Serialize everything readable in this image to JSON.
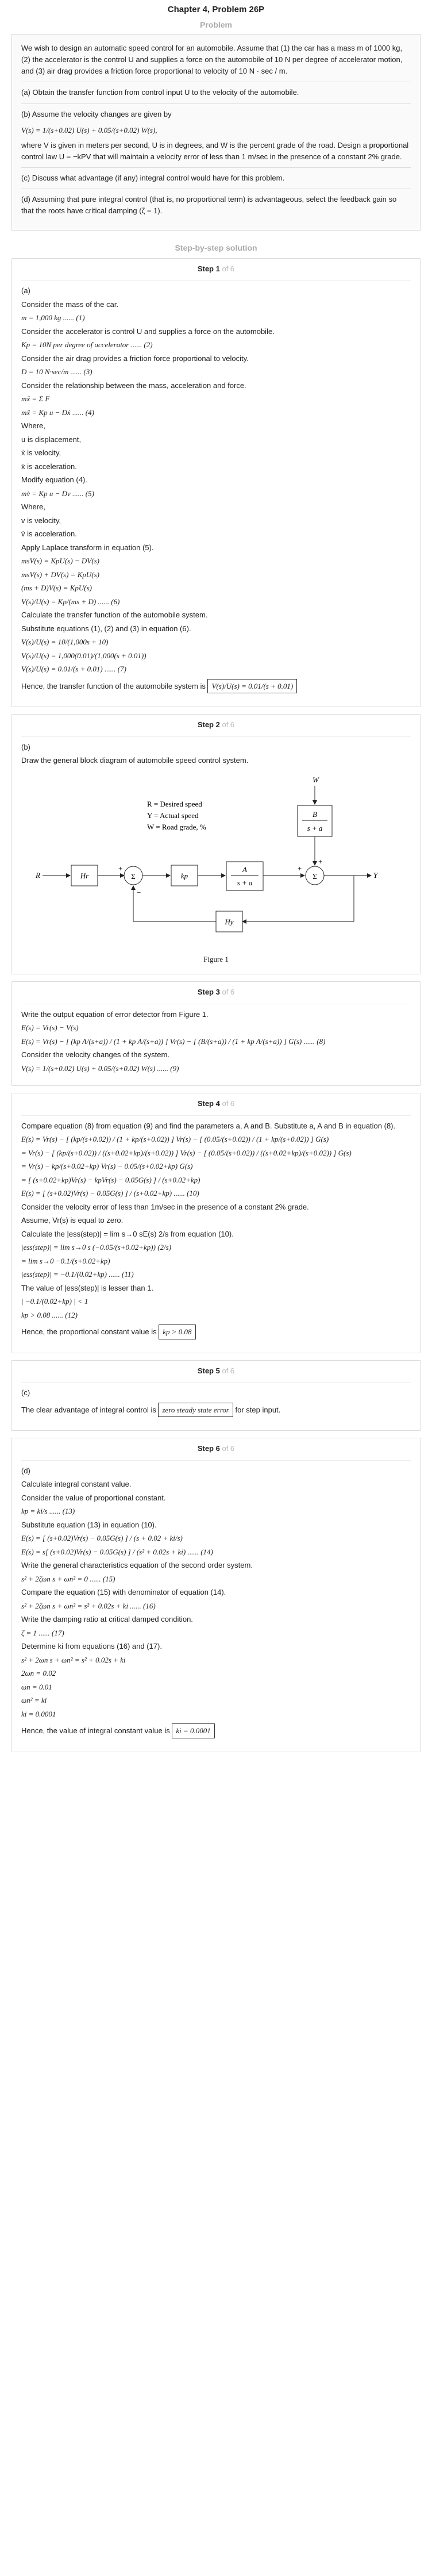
{
  "header": {
    "title": "Chapter 4, Problem 26P"
  },
  "problem": {
    "label": "Problem",
    "intro": "We wish to design an automatic speed control for an automobile. Assume that (1) the car has a mass m of 1000 kg, (2) the accelerator is the control U and supplies a force on the automobile of 10 N per degree of accelerator motion, and (3) air drag provides a friction force proportional to velocity of 10 N · sec / m.",
    "part_a": "(a) Obtain the transfer function from control input U to the velocity of the automobile.",
    "part_b": "(b) Assume the velocity changes are given by",
    "part_b_eq": "V(s) = 1/(s+0.02) U(s) + 0.05/(s+0.02) W(s),",
    "part_b_text": "where V is given in meters per second, U is in degrees, and W is the percent grade of the road. Design a proportional control law U = −kPV that will maintain a velocity error of less than 1 m/sec in the presence of a constant 2% grade.",
    "part_c": "(c) Discuss what advantage (if any) integral control would have for this problem.",
    "part_d": "(d) Assuming that pure integral control (that is, no proportional term) is advantageous, select the feedback gain so that the roots have critical damping (ζ = 1)."
  },
  "solution_label": "Step-by-step solution",
  "steps": [
    {
      "title": "Step 1",
      "of": "of 6",
      "lines": [
        "(a)",
        "Consider the mass of the car.",
        "m = 1,000 kg ...... (1)",
        "Consider the accelerator is control U and supplies a force on the automobile.",
        "Kp = 10N per degree of accelerator ...... (2)",
        "Consider the air drag provides a friction force proportional to velocity.",
        "D = 10 N·sec/m ...... (3)",
        "Consider the relationship between the mass, acceleration and force.",
        "mẍ = Σ F",
        "mẍ = Kp u − Dẋ ...... (4)",
        "Where,",
        "u is displacement,",
        "ẋ is velocity,",
        "ẍ is acceleration.",
        "Modify equation (4).",
        "mv̇ = Kp u − Dv ...... (5)",
        "Where,",
        "v is velocity,",
        "v̇ is acceleration.",
        "Apply Laplace transform in equation (5).",
        "msV(s) = KpU(s) − DV(s)",
        "msV(s) + DV(s) = KpU(s)",
        "(ms + D)V(s) = KpU(s)",
        "V(s)/U(s) = Kp/(ms + D) ...... (6)",
        "Calculate the transfer function of the automobile system.",
        "Substitute equations (1), (2) and (3) in equation (6).",
        "V(s)/U(s) = 10/(1,000s + 10)",
        "V(s)/U(s) = 1,000(0.01)/(1,000(s + 0.01))",
        "V(s)/U(s) = 0.01/(s + 0.01) ...... (7)"
      ],
      "conclusion": "Hence, the transfer function of the automobile system is",
      "answer": "V(s)/U(s) = 0.01/(s + 0.01)"
    },
    {
      "title": "Step 2",
      "of": "of 6",
      "lines": [
        "(b)",
        "Draw the general block diagram of automobile speed control system."
      ],
      "diagram": {
        "legend": [
          "R = Desired speed",
          "Y = Actual speed",
          "W = Road grade, %"
        ],
        "blocks": {
          "hr": "Hr",
          "kp": "kp",
          "a_num": "A",
          "a_den": "s + a",
          "b_num": "B",
          "b_den": "s + a",
          "hy": "Hy"
        },
        "signals": {
          "r": "R",
          "w": "W",
          "y": "Y",
          "sum": "Σ",
          "plus": "+",
          "minus": "−"
        },
        "caption": "Figure 1"
      }
    },
    {
      "title": "Step 3",
      "of": "of 6",
      "lines": [
        "Write the output equation of error detector from Figure 1.",
        "E(s) = Vr(s) − V(s)",
        "E(s) = Vr(s) − [ (kp A/(s+a)) / (1 + kp A/(s+a)) ] Vr(s) − [ (B/(s+a)) / (1 + kp A/(s+a)) ] G(s) ...... (8)",
        "Consider the velocity changes of the system.",
        "V(s) = 1/(s+0.02) U(s) + 0.05/(s+0.02) W(s) ...... (9)"
      ]
    },
    {
      "title": "Step 4",
      "of": "of 6",
      "lines": [
        "Compare equation (8) from equation (9) and find the parameters a, A and B. Substitute a, A and B in equation (8).",
        "E(s) = Vr(s) − [ (kp/(s+0.02)) / (1 + kp/(s+0.02)) ] Vr(s) − [ (0.05/(s+0.02)) / (1 + kp/(s+0.02)) ] G(s)",
        "= Vr(s) − [ (kp/(s+0.02)) / ((s+0.02+kp)/(s+0.02)) ] Vr(s) − [ (0.05/(s+0.02)) / ((s+0.02+kp)/(s+0.02)) ] G(s)",
        "= Vr(s) − kp/(s+0.02+kp) Vr(s) − 0.05/(s+0.02+kp) G(s)",
        "= [ (s+0.02+kp)Vr(s) − kpVr(s) − 0.05G(s) ] / (s+0.02+kp)",
        "E(s) = [ (s+0.02)Vr(s) − 0.05G(s) ] / (s+0.02+kp) ...... (10)",
        "Consider the velocity error of less than 1m/sec in the presence of a constant 2% grade.",
        "Assume, Vr(s) is equal to zero.",
        "Calculate the |ess(step)| = lim s→0 sE(s) 2/s from equation (10).",
        "|ess(step)| = lim s→0 s (−0.05/(s+0.02+kp)) (2/s)",
        "= lim s→0 −0.1/(s+0.02+kp)",
        "|ess(step)| = −0.1/(0.02+kp) ...... (11)",
        "The value of |ess(step)| is lesser than 1.",
        "| −0.1/(0.02+kp) | < 1",
        "kp > 0.08 ...... (12)"
      ],
      "conclusion": "Hence, the proportional constant value is",
      "answer": "kp > 0.08"
    },
    {
      "title": "Step 5",
      "of": "of 6",
      "lines": [
        "(c)"
      ],
      "conclusion_pre": "The clear advantage of integral control is",
      "answer": "zero steady state error",
      "conclusion_post": "for step input."
    },
    {
      "title": "Step 6",
      "of": "of 6",
      "lines": [
        "(d)",
        "Calculate integral constant value.",
        "Consider the value of proportional constant.",
        "kp = ki/s ...... (13)",
        "Substitute equation (13) in equation (10).",
        "E(s) = [ (s+0.02)Vr(s) − 0.05G(s) ] / (s + 0.02 + ki/s)",
        "E(s) = s[ (s+0.02)Vr(s) − 0.05G(s) ] / (s² + 0.02s + ki) ...... (14)",
        "Write the general characteristics equation of the second order system.",
        "s² + 2ζωn s + ωn² = 0 ...... (15)",
        "Compare the equation (15) with denominator of equation (14).",
        "s² + 2ζωn s + ωn² = s² + 0.02s + ki ...... (16)",
        "Write the damping ratio at critical damped condition.",
        "ζ = 1 ...... (17)",
        "Determine ki from equations (16) and (17).",
        "s² + 2ωn s + ωn² = s² + 0.02s + ki",
        "2ωn = 0.02",
        "ωn = 0.01",
        "ωn² = ki",
        "ki = 0.0001"
      ],
      "conclusion": "Hence, the value of integral constant value is",
      "answer": "ki = 0.0001"
    }
  ]
}
